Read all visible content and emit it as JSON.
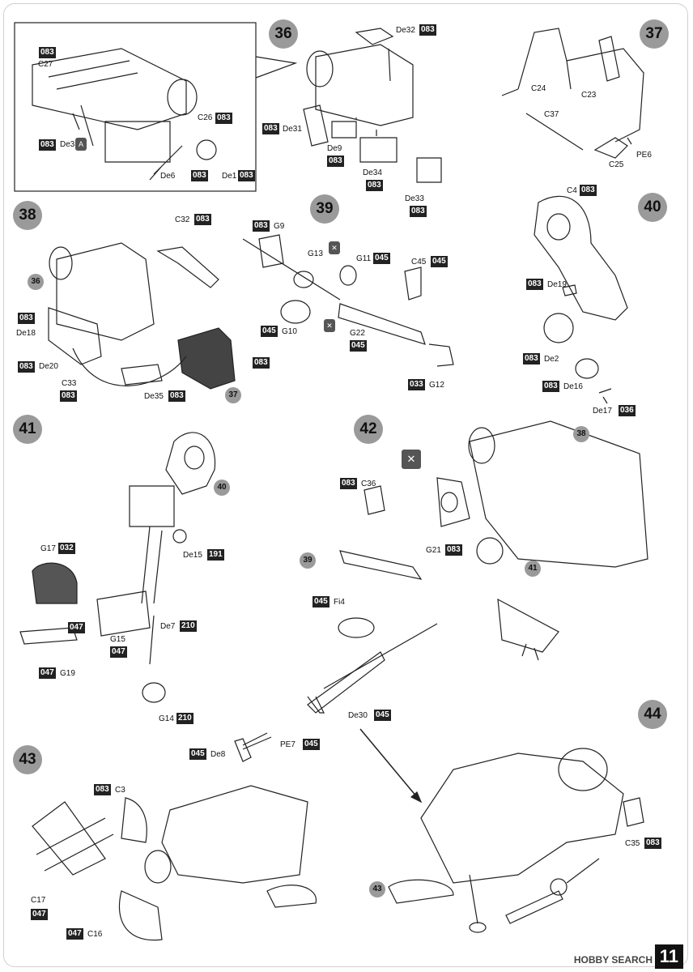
{
  "steps": [
    "36",
    "37",
    "38",
    "39",
    "40",
    "41",
    "42",
    "43",
    "44"
  ],
  "refs": [
    "36",
    "37",
    "40",
    "38",
    "39",
    "41",
    "43"
  ],
  "step36": {
    "c27": "C27",
    "c26": "C26",
    "de3": "De3",
    "de6": "De6",
    "de1": "De1",
    "de32": "De32",
    "de31": "De31",
    "de9": "De9",
    "de34": "De34",
    "de33": "De33",
    "c083": "083"
  },
  "step37": {
    "c24": "C24",
    "c23": "C23",
    "c37": "C37",
    "c25": "C25",
    "pe6": "PE6"
  },
  "step38": {
    "c32": "C32",
    "de18": "De18",
    "de20": "De20",
    "c33": "C33",
    "de35": "De35"
  },
  "step39": {
    "g9": "G9",
    "g13": "G13",
    "g11": "G11",
    "c45": "C45",
    "g10": "G10",
    "g22": "G22",
    "g12": "G12",
    "c045": "045",
    "c033": "033"
  },
  "step40": {
    "c4": "C4",
    "de19": "De19",
    "de2": "De2",
    "de16": "De16",
    "de17": "De17",
    "c036": "036"
  },
  "step41": {
    "g17": "G17",
    "de15": "De15",
    "g15": "G15",
    "de7": "De7",
    "g19": "G19",
    "g14": "G14",
    "c032": "032",
    "c191": "191",
    "c047": "047",
    "c210": "210"
  },
  "step42": {
    "c36": "C36",
    "g21": "G21",
    "fi4": "Fi4",
    "de30": "De30",
    "pe7": "PE7",
    "de8": "De8"
  },
  "step43": {
    "c3": "C3",
    "c17": "C17",
    "c16": "C16"
  },
  "step44": {
    "c35": "C35"
  },
  "page_number": "11",
  "watermark": "HOBBY SEARCH"
}
